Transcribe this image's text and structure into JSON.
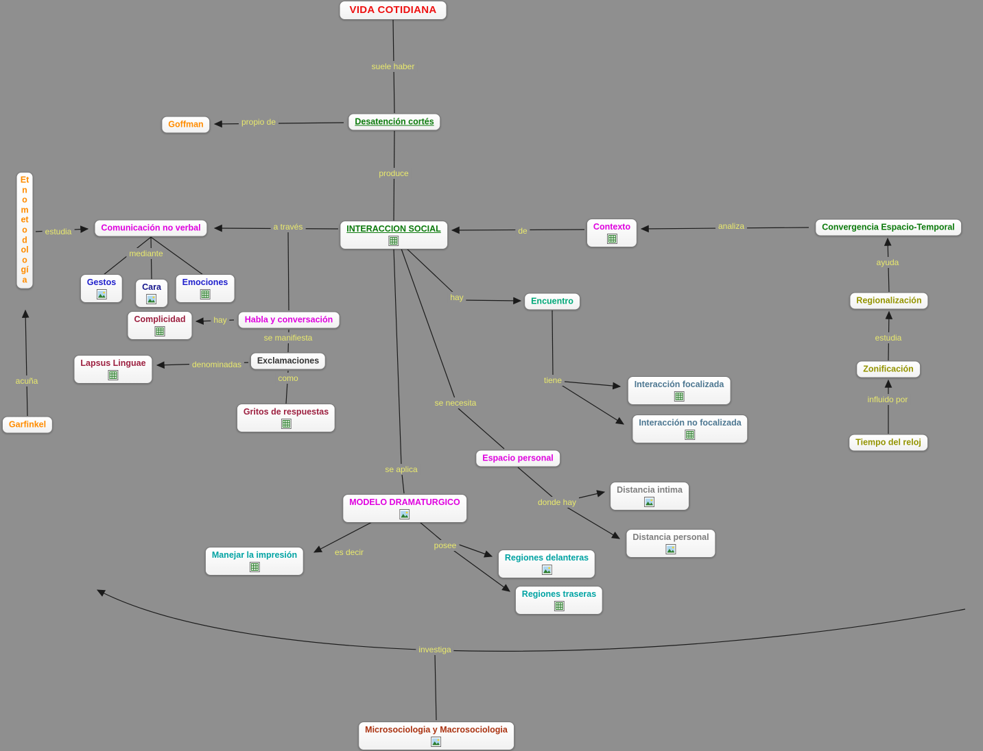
{
  "palette": {
    "background": "#8f8f8f",
    "node_bg": "#ffffff",
    "node_border": "#787878",
    "line": "#1b1b1b",
    "label": "#e9e96d",
    "red": "#ee1111",
    "green": "#0b7a0b",
    "orange": "#ff8c00",
    "magenta": "#df00df",
    "blue": "#2020cc",
    "navy": "#15158c",
    "dark_red": "#9c1f3f",
    "dark_slate": "#333333",
    "teal_green": "#00a878",
    "teal": "#00a3a3",
    "steel_blue": "#4d7791",
    "gray": "#7e7e7e",
    "olive": "#949400",
    "brick": "#aa3311"
  },
  "nodes": {
    "vida_cotidiana": {
      "label": "VIDA COTIDIANA",
      "icon": null
    },
    "desatencion_cortes": {
      "label": "Desatención cortés",
      "icon": null
    },
    "goffman": {
      "label": "Goffman",
      "icon": null
    },
    "interaccion_social": {
      "label": "INTERACCION SOCIAL",
      "icon": "grid-resource-icon"
    },
    "comunicacion_no_verbal": {
      "label": "Comunicación no verbal",
      "icon": null
    },
    "etnometodologia": {
      "label": "Etnometodología",
      "icon": null
    },
    "garfinkel": {
      "label": "Garfinkel",
      "icon": null
    },
    "gestos": {
      "label": "Gestos",
      "icon": "image-resource-icon"
    },
    "cara": {
      "label": "Cara",
      "icon": "image-resource-icon"
    },
    "emociones": {
      "label": "Emociones",
      "icon": "grid-resource-icon"
    },
    "habla_y_conversacion": {
      "label": "Habla y conversación",
      "icon": null
    },
    "complicidad": {
      "label": "Complicidad",
      "icon": "grid-resource-icon"
    },
    "exclamaciones": {
      "label": "Exclamaciones",
      "icon": null
    },
    "lapsus_linguae": {
      "label": "Lapsus Linguae",
      "icon": "grid-resource-icon"
    },
    "gritos_de_respuestas": {
      "label": "Gritos de respuestas",
      "icon": "grid-resource-icon"
    },
    "contexto": {
      "label": "Contexto",
      "icon": "grid-resource-icon"
    },
    "convergencia": {
      "label": "Convergencia Espacio-Temporal",
      "icon": null
    },
    "regionalizacion": {
      "label": "Regionalización",
      "icon": null
    },
    "zonificacion": {
      "label": "Zonificación",
      "icon": null
    },
    "tiempo_del_reloj": {
      "label": "Tiempo del reloj",
      "icon": null
    },
    "encuentro": {
      "label": "Encuentro",
      "icon": null
    },
    "interaccion_focalizada": {
      "label": "Interacción focalizada",
      "icon": "grid-resource-icon"
    },
    "interaccion_no_focalizada": {
      "label": "Interacción no focalizada",
      "icon": "grid-resource-icon"
    },
    "espacio_personal": {
      "label": "Espacio personal",
      "icon": null
    },
    "distancia_intima": {
      "label": "Distancia intima",
      "icon": "image-resource-icon"
    },
    "distancia_personal": {
      "label": "Distancia personal",
      "icon": "image-resource-icon"
    },
    "modelo_dramaturgico": {
      "label": "MODELO DRAMATURGICO",
      "icon": "image-resource-icon"
    },
    "manejar_la_impresion": {
      "label": "Manejar la impresión",
      "icon": "grid-resource-icon"
    },
    "regiones_delanteras": {
      "label": "Regiones delanteras",
      "icon": "image-resource-icon"
    },
    "regiones_traseras": {
      "label": "Regiones traseras",
      "icon": "grid-resource-icon"
    },
    "microsociologia": {
      "label": "Microsociologia y Macrosociologia",
      "icon": "image-resource-icon"
    }
  },
  "edge_labels": {
    "suele_haber": {
      "text": "suele haber"
    },
    "propio_de": {
      "text": "propio de"
    },
    "produce": {
      "text": "produce"
    },
    "a_traves": {
      "text": "a través"
    },
    "estudia_1": {
      "text": "estudia"
    },
    "acuna": {
      "text": "acuña"
    },
    "mediante": {
      "text": "mediante"
    },
    "hay_1": {
      "text": "hay"
    },
    "se_manifiesta": {
      "text": "se manifiesta"
    },
    "denominadas": {
      "text": "denominadas"
    },
    "como": {
      "text": "como"
    },
    "de": {
      "text": "de"
    },
    "analiza": {
      "text": "analiza"
    },
    "ayuda": {
      "text": "ayuda"
    },
    "estudia_2": {
      "text": "estudia"
    },
    "influido_por": {
      "text": "influido por"
    },
    "hay_2": {
      "text": "hay"
    },
    "tiene": {
      "text": "tiene"
    },
    "se_necesita": {
      "text": "se necesita"
    },
    "donde_hay": {
      "text": "donde hay"
    },
    "se_aplica": {
      "text": "se aplica"
    },
    "es_decir": {
      "text": "es decir"
    },
    "posee": {
      "text": "posee"
    },
    "investiga": {
      "text": "investiga"
    }
  }
}
